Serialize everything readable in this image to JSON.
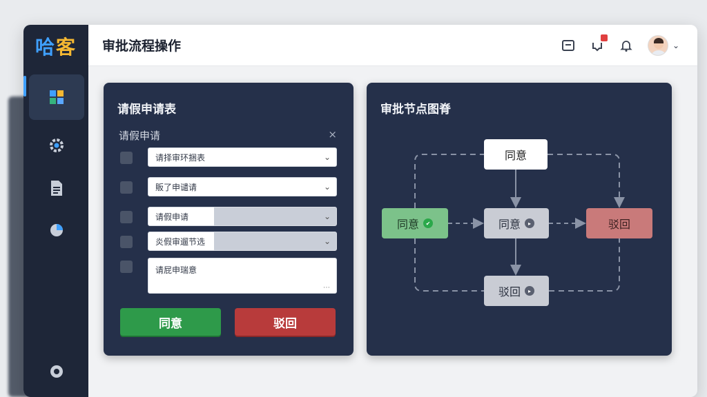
{
  "app": {
    "logo_part1": "哈",
    "logo_part2": "客"
  },
  "header": {
    "title": "审批流程操作"
  },
  "form_panel": {
    "title": "请假申请表",
    "subtitle": "请假申请",
    "close": "×",
    "fields": [
      {
        "value": "请择审环捆表",
        "caret": "⌄"
      },
      {
        "value": "販了申谴请",
        "caret": "⌄"
      },
      {
        "value": "请假申请",
        "caret": "⌄"
      },
      {
        "value": "炎假审遛节选",
        "caret": "⌄"
      }
    ],
    "textarea": {
      "value": "请屁申瑞意",
      "grip": "⋯"
    },
    "approve_label": "同意",
    "reject_label": "驳回"
  },
  "flow_panel": {
    "title": "审批节点图脊",
    "nodes": {
      "top": "同意",
      "left": "同意",
      "mid": "同意",
      "right": "驳回",
      "bottom": "驳回"
    }
  },
  "colors": {
    "sidebar": "#1e2638",
    "panel": "#25304a",
    "accent": "#3fa0ff",
    "approve": "#2e9a4a",
    "reject": "#b83b3b"
  }
}
